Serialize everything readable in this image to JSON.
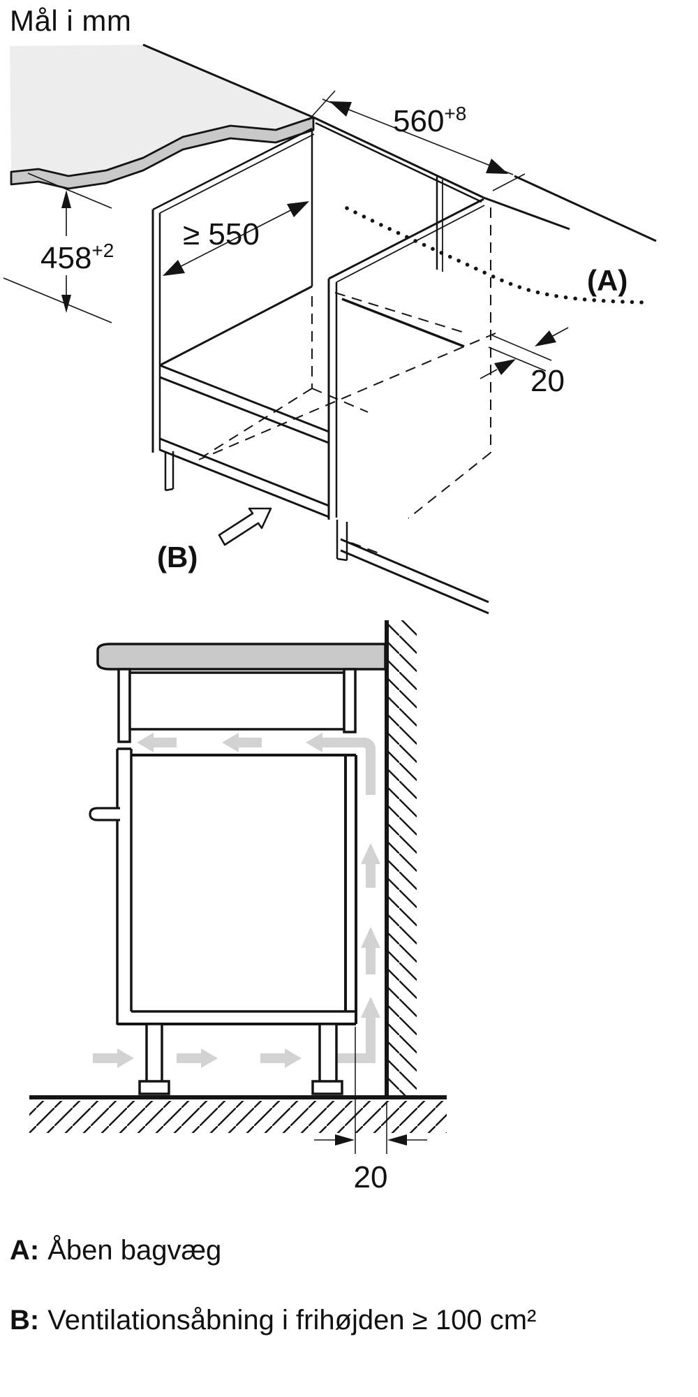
{
  "title": "Mål i mm",
  "iso": {
    "dim_width": {
      "value": "560",
      "tol": "+8"
    },
    "dim_depth": "≥ 550",
    "dim_height": {
      "value": "458",
      "tol": "+2"
    },
    "dim_back_gap": "20",
    "label_a": "(A)",
    "label_b": "(B)"
  },
  "section": {
    "dim_wall_gap": "20"
  },
  "legend": {
    "a_key": "A:",
    "a_text": "Åben bagvæg",
    "b_key": "B:",
    "b_text": "Ventilationsåbning i frihøjden ≥ 100 cm²"
  },
  "colors": {
    "line": "#141414",
    "worktop_surface": "#ededed",
    "worktop_edge": "#c9c9c9",
    "airflow_arrow": "#d2d2d2"
  }
}
